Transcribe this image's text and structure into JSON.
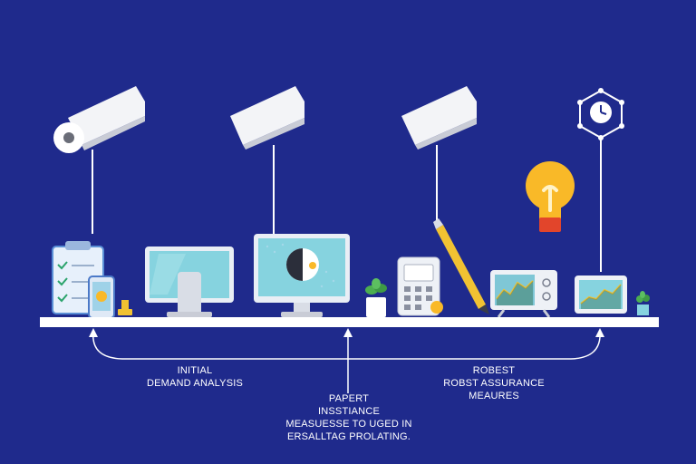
{
  "labels": {
    "left": [
      "INITIAL",
      "DEMAND ANALYSIS"
    ],
    "center": [
      "PAPERT",
      "INSSTIANCE",
      "MEASUESSE TO UGED IN",
      "ERSALLTAG PROLATING."
    ],
    "right": [
      "ROBEST",
      "ROBST ASSURANCE",
      "MEAURES"
    ]
  },
  "colors": {
    "background": "#1f2a8c",
    "shelf": "#ffffff",
    "screen": "#86d3df",
    "bulb": "#f9b928",
    "pencil": "#f1c232",
    "plant": "#4caf50"
  },
  "icons": [
    "security-camera-icon",
    "clipboard-checklist-icon",
    "smartphone-icon",
    "monitor-icon",
    "pie-chart-icon",
    "plant-icon",
    "calculator-icon",
    "pencil-icon",
    "lightbulb-icon",
    "clock-network-icon",
    "chart-device-icon",
    "tablet-chart-icon"
  ]
}
